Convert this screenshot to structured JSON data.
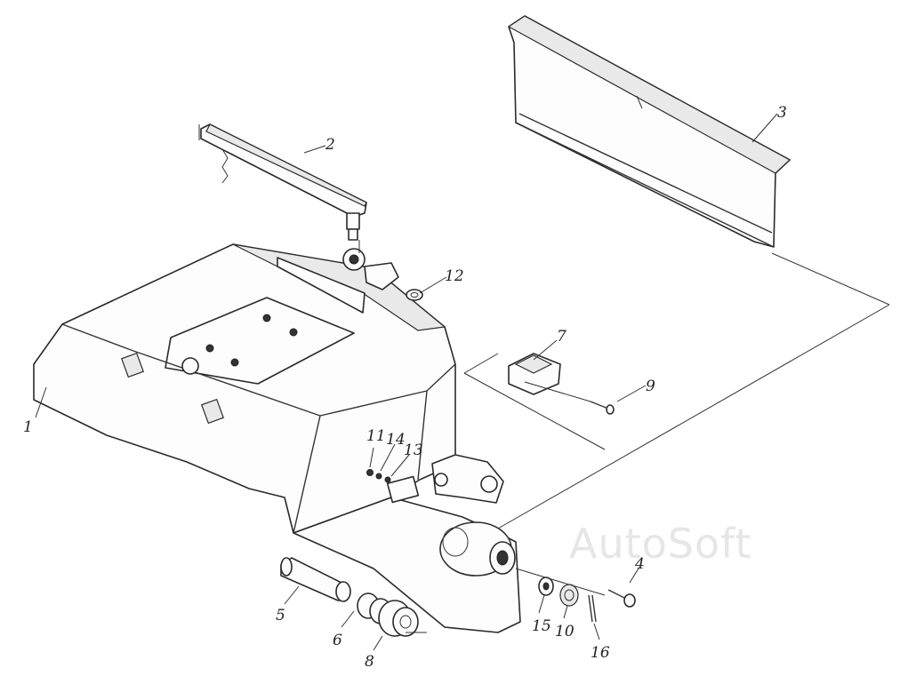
{
  "watermark": "AutoSoft",
  "callouts": [
    {
      "id": "1",
      "text": "1"
    },
    {
      "id": "2",
      "text": "2"
    },
    {
      "id": "3",
      "text": "3"
    },
    {
      "id": "4",
      "text": "4"
    },
    {
      "id": "5",
      "text": "5"
    },
    {
      "id": "6",
      "text": "6"
    },
    {
      "id": "7",
      "text": "7"
    },
    {
      "id": "8",
      "text": "8"
    },
    {
      "id": "9",
      "text": "9"
    },
    {
      "id": "10",
      "text": "10"
    },
    {
      "id": "11",
      "text": "11"
    },
    {
      "id": "12",
      "text": "12"
    },
    {
      "id": "13",
      "text": "13"
    },
    {
      "id": "14",
      "text": "14"
    },
    {
      "id": "15",
      "text": "15"
    },
    {
      "id": "16",
      "text": "16"
    }
  ]
}
